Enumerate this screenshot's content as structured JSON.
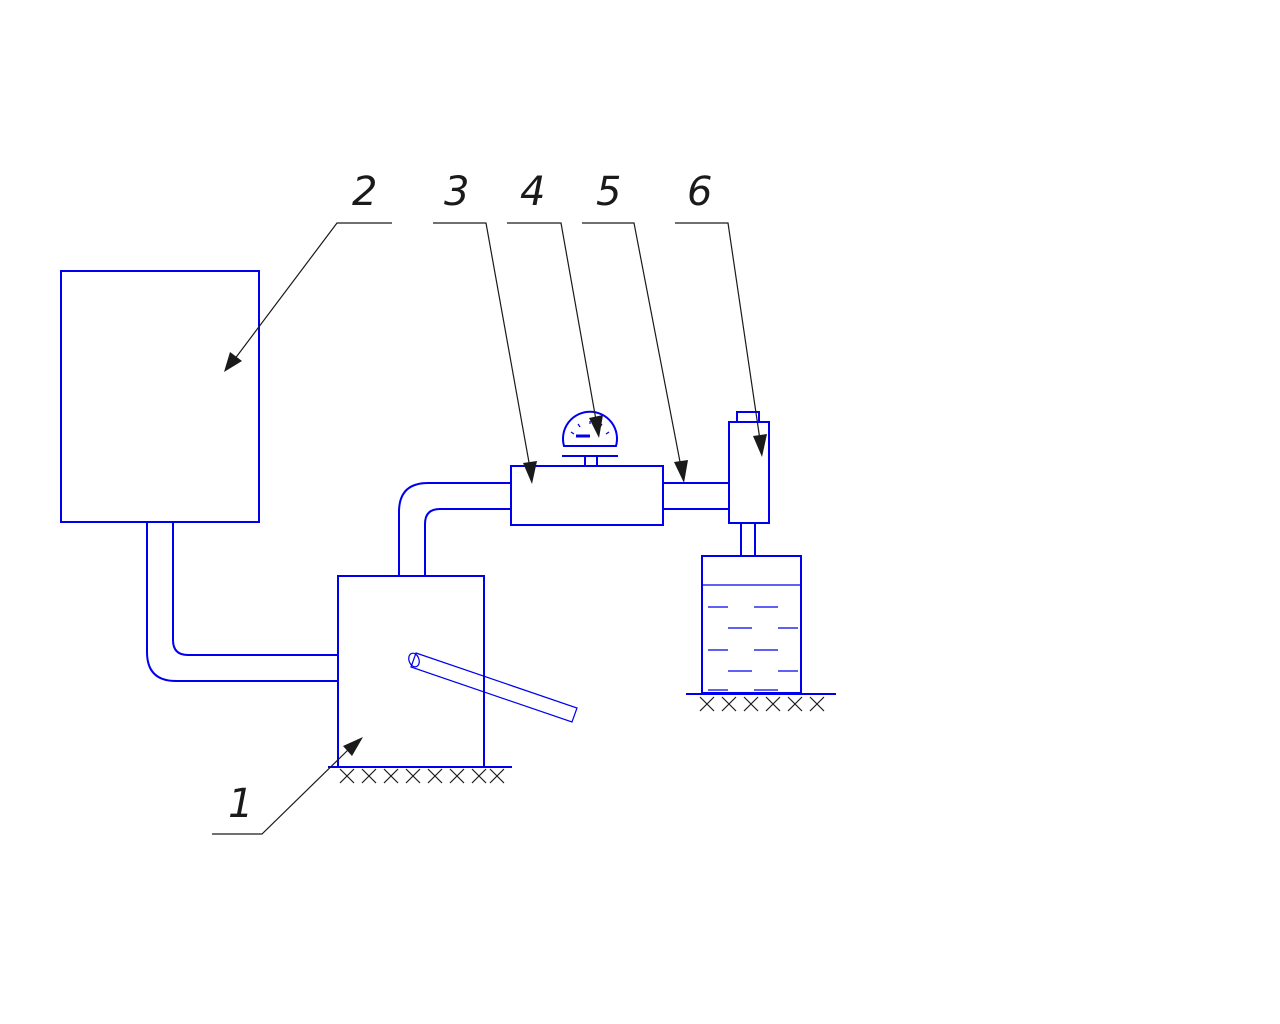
{
  "callouts": {
    "c1": "1",
    "c2": "2",
    "c3": "3",
    "c4": "4",
    "c5": "5",
    "c6": "6"
  },
  "colors": {
    "equipment": "#0000ee",
    "leaders": "#1a1a1a",
    "background": "#ffffff"
  }
}
